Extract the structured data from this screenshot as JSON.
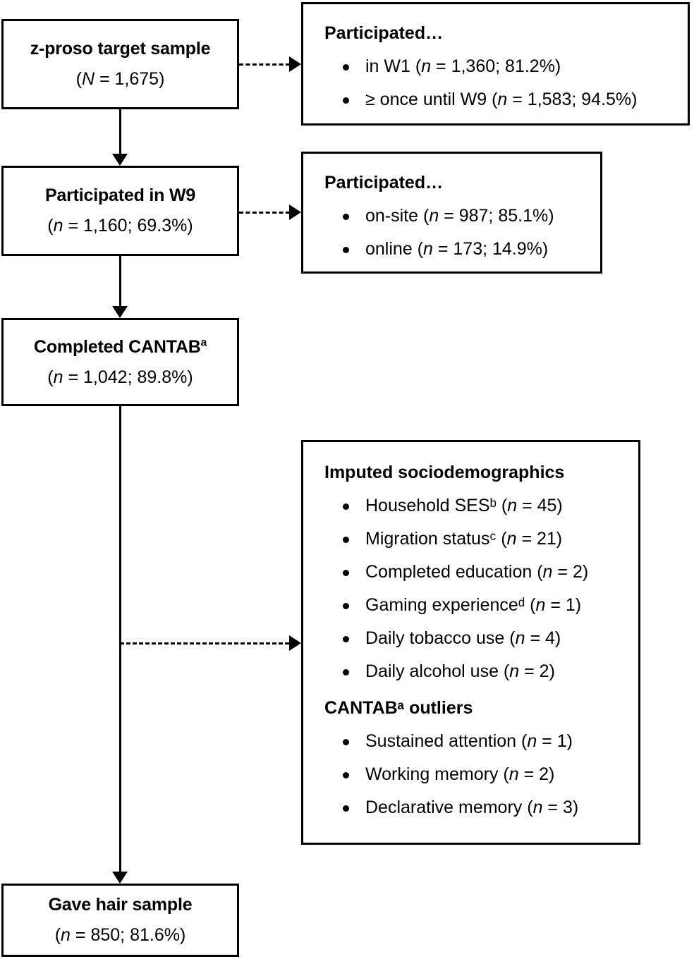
{
  "figure": {
    "type": "flowchart",
    "orientation": "vertical-with-side-annotations"
  },
  "nodes": [
    {
      "id": "target-sample",
      "title": "z-proso target sample",
      "subtitle": "(N = 1,675)",
      "stat_symbol": "N",
      "stat_value": "1,675"
    },
    {
      "id": "participated-w9",
      "title": "Participated in W9",
      "subtitle": "(n = 1,160; 69.3%)",
      "stat_symbol": "n",
      "stat_value": "1,160",
      "stat_percent": "69.3%"
    },
    {
      "id": "completed-cantab",
      "title": "Completed CANTAB",
      "title_sup": "a",
      "subtitle": "(n = 1,042; 89.8%)",
      "stat_symbol": "n",
      "stat_value": "1,042",
      "stat_percent": "89.8%"
    },
    {
      "id": "gave-hair-sample",
      "title": "Gave hair sample",
      "subtitle": "(n = 850; 81.6%)",
      "stat_symbol": "n",
      "stat_value": "850",
      "stat_percent": "81.6%"
    }
  ],
  "panels": [
    {
      "id": "panel-participation-waves",
      "heading": "Participated…",
      "items": [
        "in W1 (n = 1,360; 81.2%)",
        "≥ once until W9 (n = 1,583; 94.5%)"
      ]
    },
    {
      "id": "panel-participation-mode",
      "heading": "Participated…",
      "items": [
        "on-site (n = 987; 85.1%)",
        "online (n = 173; 14.9%)"
      ]
    },
    {
      "id": "panel-imputed-and-outliers",
      "heading": "Imputed sociodemographics",
      "items": [
        "Household SESᵇ (n = 45)",
        "Migration statusᶜ (n = 21)",
        "Completed education (n = 2)",
        "Gaming experienceᵈ (n = 1)",
        "Daily tobacco use (n = 4)",
        "Daily alcohol use (n = 2)"
      ],
      "heading2": "CANTABᵃ outliers",
      "items2": [
        "Sustained attention (n = 1)",
        "Working memory (n = 2)",
        "Declarative memory (n = 3)"
      ]
    }
  ],
  "colors": {
    "stroke": "#000000",
    "background": "#ffffff",
    "text": "#000000"
  }
}
